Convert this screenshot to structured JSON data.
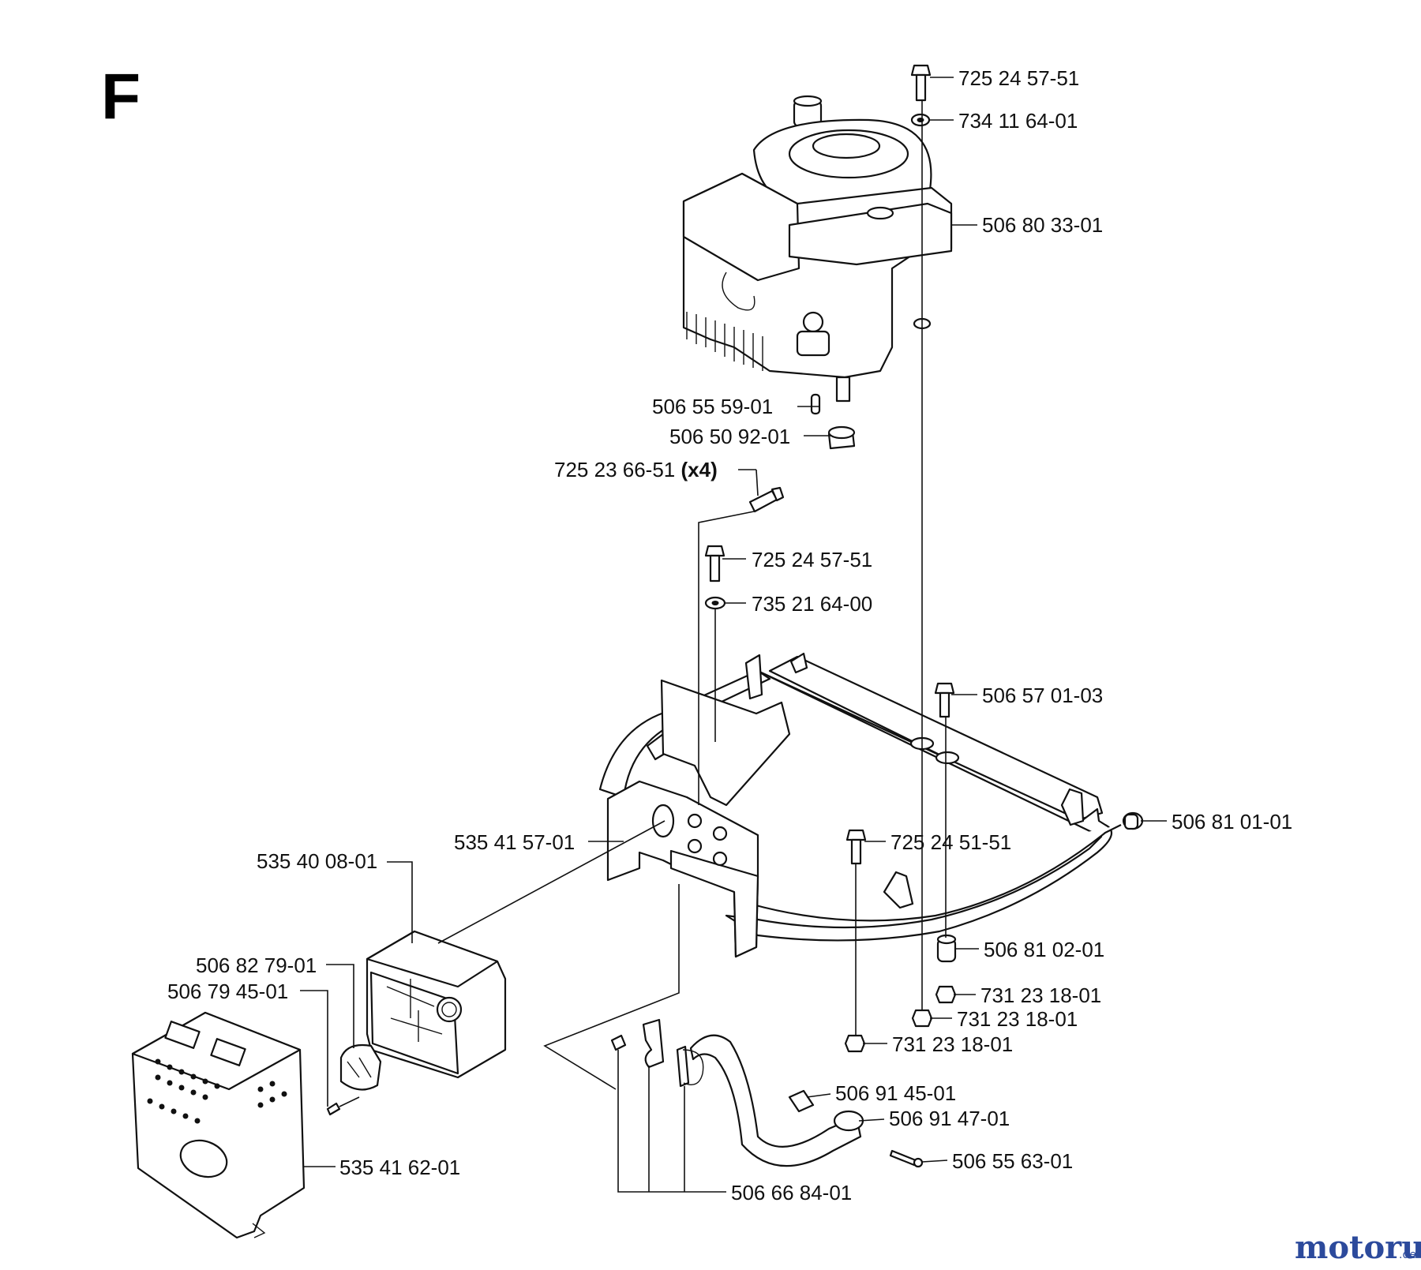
{
  "section_letter": "F",
  "watermark": {
    "brand": "motoruf",
    "tld": ".de",
    "colors": [
      "#2c4a9c",
      "#d23c2a"
    ]
  },
  "labels": [
    {
      "id": "bolt-top",
      "part_no": "725 24 57-51"
    },
    {
      "id": "washer-top",
      "part_no": "734 11 64-01"
    },
    {
      "id": "engine",
      "part_no": "506 80 33-01"
    },
    {
      "id": "key",
      "part_no": "506 55 59-01"
    },
    {
      "id": "pulley-nut",
      "part_no": "506 50 92-01"
    },
    {
      "id": "bolt-x4",
      "part_no": "725 23 66-51",
      "qty": "(x4)"
    },
    {
      "id": "bolt-mid",
      "part_no": "725 24 57-51"
    },
    {
      "id": "washer-mid",
      "part_no": "735 21 64-00"
    },
    {
      "id": "bolt-frame",
      "part_no": "506 57 01-03"
    },
    {
      "id": "bracket",
      "part_no": "535 41 57-01"
    },
    {
      "id": "cap",
      "part_no": "506 81 01-01"
    },
    {
      "id": "muffler",
      "part_no": "535 40 08-01"
    },
    {
      "id": "bolt-lower",
      "part_no": "725 24 51-51"
    },
    {
      "id": "spacer",
      "part_no": "506 81 02-01"
    },
    {
      "id": "deflector",
      "part_no": "506 82 79-01"
    },
    {
      "id": "screw",
      "part_no": "506 79 45-01"
    },
    {
      "id": "nut-1",
      "part_no": "731 23 18-01"
    },
    {
      "id": "nut-2",
      "part_no": "731 23 18-01"
    },
    {
      "id": "nut-3",
      "part_no": "731 23 18-01"
    },
    {
      "id": "gasket",
      "part_no": "506 91 45-01"
    },
    {
      "id": "flange",
      "part_no": "506 91 47-01"
    },
    {
      "id": "muffler-guard",
      "part_no": "535 41 62-01"
    },
    {
      "id": "exhaust-bolt",
      "part_no": "506 55 63-01"
    },
    {
      "id": "clamp-kit",
      "part_no": "506 66 84-01"
    }
  ]
}
